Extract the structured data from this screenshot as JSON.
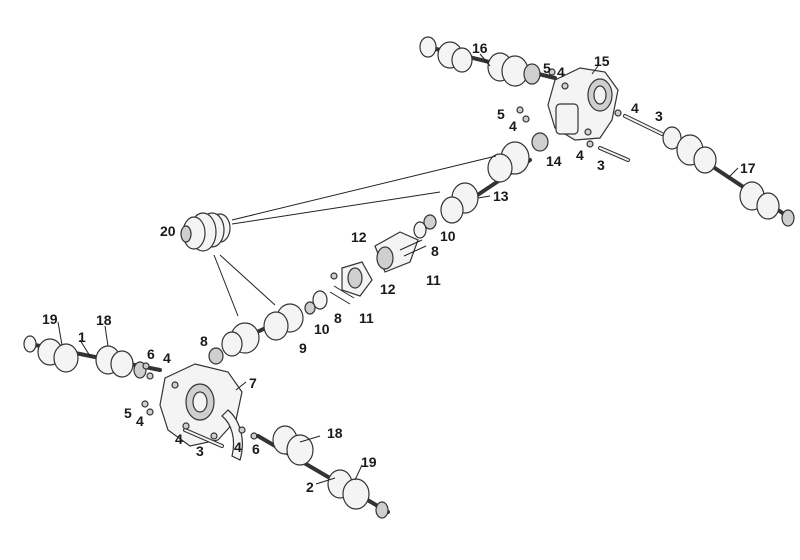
{
  "diagram": {
    "labels": [
      {
        "id": "l1",
        "text": "1"
      },
      {
        "id": "l2",
        "text": "2"
      },
      {
        "id": "l3a",
        "text": "3"
      },
      {
        "id": "l3b",
        "text": "3"
      },
      {
        "id": "l3c",
        "text": "3"
      },
      {
        "id": "l4a",
        "text": "4"
      },
      {
        "id": "l4b",
        "text": "4"
      },
      {
        "id": "l4c",
        "text": "4"
      },
      {
        "id": "l4d",
        "text": "4"
      },
      {
        "id": "l4e",
        "text": "4"
      },
      {
        "id": "l4f",
        "text": "4"
      },
      {
        "id": "l4g",
        "text": "4"
      },
      {
        "id": "l4h",
        "text": "4"
      },
      {
        "id": "l5a",
        "text": "5"
      },
      {
        "id": "l5b",
        "text": "5"
      },
      {
        "id": "l5c",
        "text": "5"
      },
      {
        "id": "l6a",
        "text": "6"
      },
      {
        "id": "l6b",
        "text": "6"
      },
      {
        "id": "l7",
        "text": "7"
      },
      {
        "id": "l8a",
        "text": "8"
      },
      {
        "id": "l8b",
        "text": "8"
      },
      {
        "id": "l8c",
        "text": "8"
      },
      {
        "id": "l9",
        "text": "9"
      },
      {
        "id": "l10a",
        "text": "10"
      },
      {
        "id": "l10b",
        "text": "10"
      },
      {
        "id": "l11a",
        "text": "11"
      },
      {
        "id": "l11b",
        "text": "11"
      },
      {
        "id": "l12a",
        "text": "12"
      },
      {
        "id": "l12b",
        "text": "12"
      },
      {
        "id": "l13",
        "text": "13"
      },
      {
        "id": "l14",
        "text": "14"
      },
      {
        "id": "l15",
        "text": "15"
      },
      {
        "id": "l16",
        "text": "16"
      },
      {
        "id": "l17",
        "text": "17"
      },
      {
        "id": "l18a",
        "text": "18"
      },
      {
        "id": "l18b",
        "text": "18"
      },
      {
        "id": "l19a",
        "text": "19"
      },
      {
        "id": "l19b",
        "text": "19"
      },
      {
        "id": "l20",
        "text": "20"
      }
    ]
  }
}
